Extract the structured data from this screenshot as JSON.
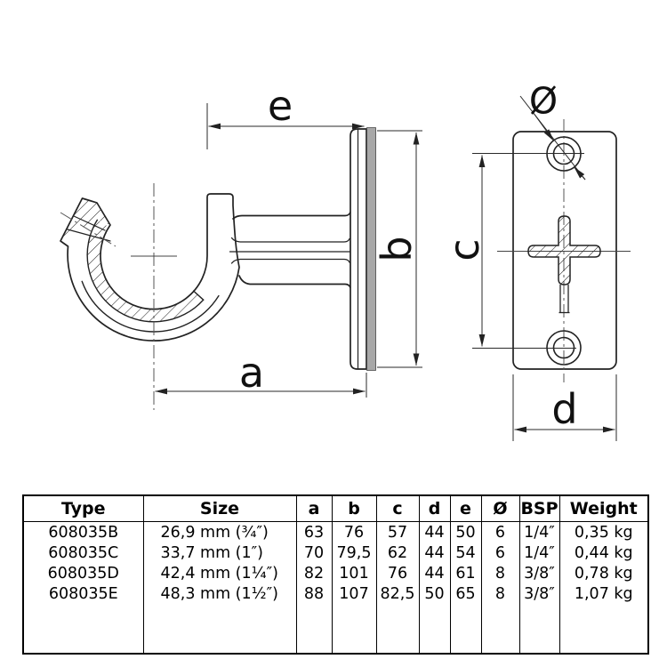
{
  "drawing": {
    "labels": {
      "a": "a",
      "b": "b",
      "c": "c",
      "d": "d",
      "e": "e",
      "diameter": "Ø"
    }
  },
  "table": {
    "headers": {
      "type": "Type",
      "size": "Size",
      "a": "a",
      "b": "b",
      "c": "c",
      "d": "d",
      "e": "e",
      "diameter": "Ø",
      "bsp": "BSP",
      "weight": "Weight"
    },
    "rows": [
      {
        "type": "608035B",
        "size": "26,9 mm (¾″)",
        "a": "63",
        "b": "76",
        "c": "57",
        "d": "44",
        "e": "50",
        "diameter": "6",
        "bsp": "1/4″",
        "weight": "0,35 kg"
      },
      {
        "type": "608035C",
        "size": "33,7 mm (1″)",
        "a": "70",
        "b": "79,5",
        "c": "62",
        "d": "44",
        "e": "54",
        "diameter": "6",
        "bsp": "1/4″",
        "weight": "0,44 kg"
      },
      {
        "type": "608035D",
        "size": "42,4 mm (1¼″)",
        "a": "82",
        "b": "101",
        "c": "76",
        "d": "44",
        "e": "61",
        "diameter": "8",
        "bsp": "3/8″",
        "weight": "0,78 kg"
      },
      {
        "type": "608035E",
        "size": "48,3 mm (1½″)",
        "a": "88",
        "b": "107",
        "c": "82,5",
        "d": "50",
        "e": "65",
        "diameter": "8",
        "bsp": "3/8″",
        "weight": "1,07 kg"
      }
    ]
  }
}
